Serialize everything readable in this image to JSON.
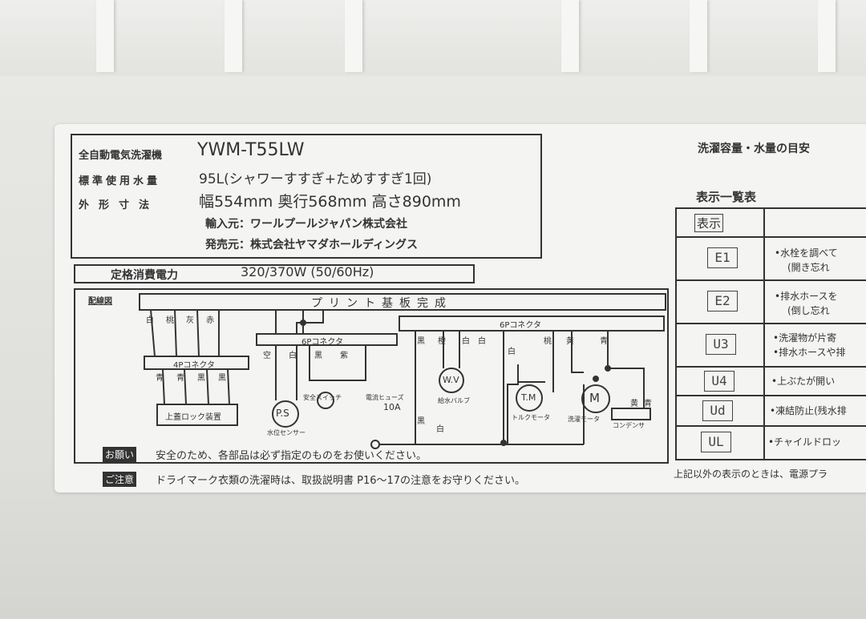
{
  "spec": {
    "product_label": "全自動電気洗濯機",
    "model": "YWM-T55LW",
    "water_label": "標準使用水量",
    "water_value": "95L(シャワーすすぎ+ためすすぎ1回)",
    "size_label": "外形寸法",
    "size_value": "幅554mm  奥行568mm  高さ890mm",
    "importer": "輸入元：ワールプールジャパン株式会社",
    "seller": "発売元：株式会社ヤマダホールディングス",
    "power_label": "定格消費電力",
    "power_value": "320/370W (50/60Hz)"
  },
  "wiring": {
    "title": "配線図",
    "board": "プリント基板完成",
    "conn4": "4Pコネクタ",
    "conn6a": "6Pコネクタ",
    "conn6b": "6Pコネクタ",
    "wires_top4": [
      "白",
      "桃",
      "灰",
      "赤"
    ],
    "wires_bot4": [
      "青",
      "青",
      "黒",
      "黒"
    ],
    "wires_6a": [
      "空",
      "白",
      "黒",
      "紫"
    ],
    "wires_6b": [
      "黒",
      "橙",
      "白",
      "白",
      "白",
      "桃",
      "黄",
      "青"
    ],
    "wires_cap": [
      "黄",
      "青"
    ],
    "wires_plug": [
      "黒",
      "白"
    ],
    "lid_lock": "上蓋ロック装置",
    "ps": "P.S",
    "ps_label": "水位センサー",
    "safety": "安全スイッチ",
    "fuse": "電流ヒューズ",
    "fuse_val": "10A",
    "wv": "W.V",
    "wv_label": "給水バルブ",
    "tm": "T.M",
    "tm_label": "トルクモータ",
    "m": "M",
    "m_label": "洗濯モータ",
    "cap_label": "コンデンサ"
  },
  "notes": {
    "request_tag": "お願い",
    "request": "安全のため、各部品は必ず指定のものをお使いください。",
    "caution_tag": "ご注意",
    "caution": "ドライマーク衣類の洗濯時は、取扱説明書 P16～17の注意をお守りください。"
  },
  "right": {
    "heading": "洗濯容量・水量の目安",
    "table_title": "表示一覧表",
    "col_header": "表示",
    "rows": [
      {
        "code": "E1",
        "text": "•水栓を調べて",
        "text2": "(開き忘れ"
      },
      {
        "code": "E2",
        "text": "•排水ホースを",
        "text2": "(倒し忘れ"
      },
      {
        "code": "U3",
        "text": "•洗濯物が片寄",
        "text2": "•排水ホースや排"
      },
      {
        "code": "U4",
        "text": "•上ぶたが開い",
        "text2": ""
      },
      {
        "code": "Ud",
        "text": "•凍結防止(残水排",
        "text2": ""
      },
      {
        "code": "UL",
        "text": "•チャイルドロッ",
        "text2": ""
      }
    ],
    "footer": "上記以外の表示のときは、電源プラ"
  }
}
